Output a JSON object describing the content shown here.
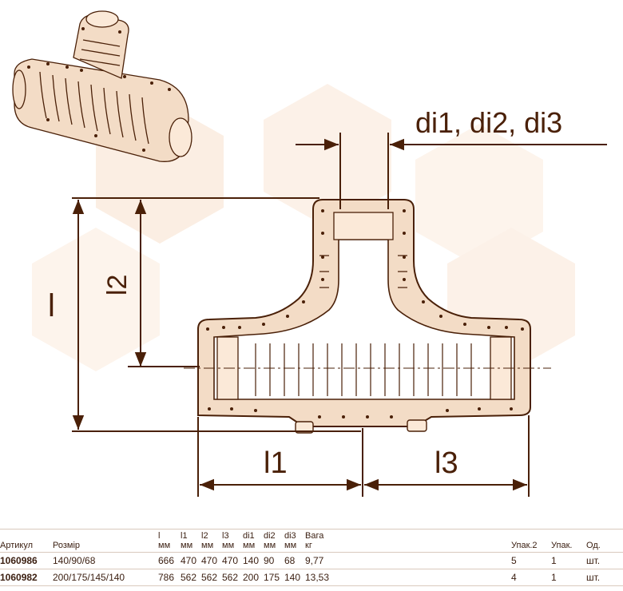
{
  "labels": {
    "l": "l",
    "l1": "l1",
    "l2": "l2",
    "l3": "l3",
    "di": "di1, di2, di3"
  },
  "table": {
    "columns": {
      "article": "Артикул",
      "size": "Розмір",
      "l": "l",
      "l1": "l1",
      "l2": "l2",
      "l3": "l3",
      "di1": "di1",
      "di2": "di2",
      "di3": "di3",
      "weight": "Вага",
      "pack2": "Упак.2",
      "pack": "Упак.",
      "unit": "Од."
    },
    "units": {
      "mm": "мм",
      "kg": "кг"
    },
    "rows": [
      {
        "article": "1060986",
        "size": "140/90/68",
        "l": "666",
        "l1": "470",
        "l2": "470",
        "l3": "470",
        "di1": "140",
        "di2": "90",
        "di3": "68",
        "weight": "9,77",
        "pack2": "5",
        "pack": "1",
        "unit": "шт."
      },
      {
        "article": "1060982",
        "size": "200/175/145/140",
        "l": "786",
        "l1": "562",
        "l2": "562",
        "l3": "562",
        "di1": "200",
        "di2": "175",
        "di3": "140",
        "weight": "13,53",
        "pack2": "4",
        "pack": "1",
        "unit": "шт."
      }
    ]
  },
  "colors": {
    "line": "#4a2008",
    "fill": "#f3dcc6",
    "watermark": "#fbeee3"
  }
}
